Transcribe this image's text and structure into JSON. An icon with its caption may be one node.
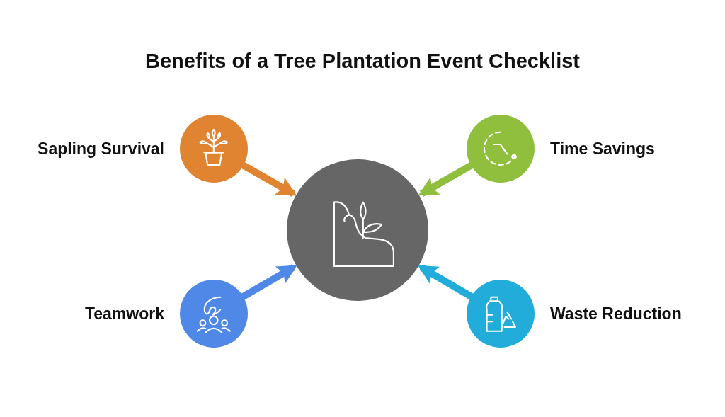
{
  "diagram": {
    "title": "Benefits of a Tree Plantation Event Checklist",
    "nodes": [
      {
        "text": [],
        "shape": "circle"
      },
      {
        "text": [
          "Sapling Survival"
        ]
      },
      {
        "text": [
          "Time Savings"
        ]
      },
      {
        "text": [
          "Teamwork"
        ]
      },
      {
        "text": [
          "Waste Reduction"
        ]
      }
    ],
    "edges": [
      {
        "from": 1,
        "to": 0,
        "arrow": "to",
        "color": "#e08431"
      },
      {
        "from": 2,
        "to": 0,
        "arrow": "to",
        "color": "#8fbf3c"
      },
      {
        "from": 3,
        "to": 0,
        "arrow": "to",
        "color": "#4f88e6"
      },
      {
        "from": 4,
        "to": 0,
        "arrow": "to",
        "color": "#22acd9"
      }
    ]
  }
}
